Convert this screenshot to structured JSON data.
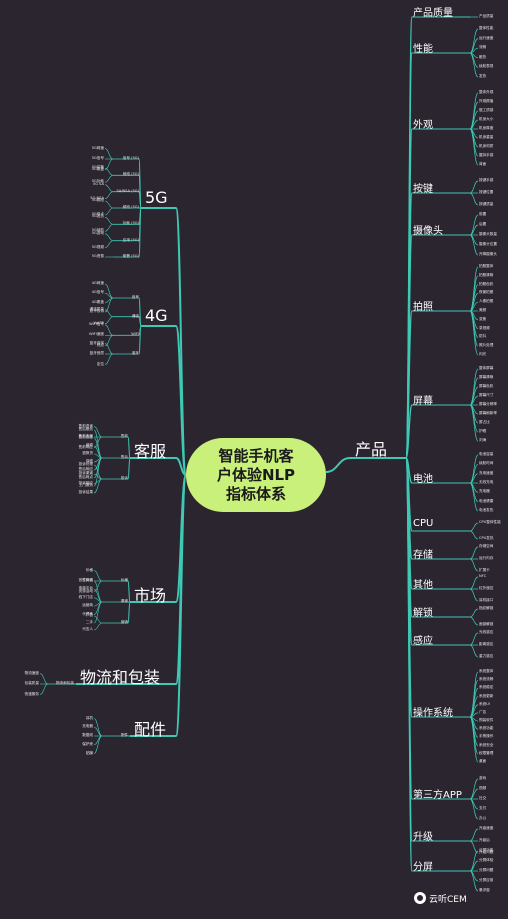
{
  "root": {
    "lines": [
      "智能手机客",
      "户体验NLP",
      "指标体系"
    ]
  },
  "right": {
    "label": "产品",
    "children": [
      {
        "label": "产品质量",
        "leaves": [
          "产品质量"
        ]
      },
      {
        "label": "性能",
        "leaves": [
          "整体性能",
          "运行速度",
          "流畅",
          "散热",
          "续航表现",
          "发热"
        ]
      },
      {
        "label": "外观",
        "leaves": [
          "整体外观",
          "外观颜值",
          "做工质感",
          "机身大小",
          "机身厚度",
          "机身重量",
          "机身材质",
          "握持手感",
          "背面"
        ]
      },
      {
        "label": "按键",
        "leaves": [
          "按键手感",
          "按键位置",
          "按键质量"
        ]
      },
      {
        "label": "摄像头",
        "leaves": [
          "前置",
          "后置",
          "摄像头数量",
          "摄像头位置",
          "升降摄像头"
        ]
      },
      {
        "label": "拍照",
        "leaves": [
          "拍照整体",
          "拍照清晰",
          "拍照色彩",
          "夜景拍照",
          "人像拍照",
          "美颜",
          "变焦",
          "录视频",
          "防抖",
          "照片处理",
          "闪光"
        ]
      },
      {
        "label": "屏幕",
        "leaves": [
          "整体屏幕",
          "屏幕清晰",
          "屏幕色彩",
          "屏幕尺寸",
          "屏幕分辨率",
          "屏幕刷新率",
          "屏占比",
          "护眼",
          "刘海"
        ]
      },
      {
        "label": "电池",
        "leaves": [
          "电池容量",
          "续航时间",
          "充电速度",
          "无线充电",
          "充电器",
          "电池健康",
          "电池发热"
        ]
      },
      {
        "label": "CPU",
        "leaves": [
          "CPU整体性能",
          "CPU发热"
        ]
      },
      {
        "label": "存储",
        "leaves": [
          "存储空间",
          "运行内存",
          "扩展卡"
        ]
      },
      {
        "label": "其他",
        "leaves": [
          "NFC",
          "红外遥控",
          "耳机接口"
        ]
      },
      {
        "label": "解锁",
        "leaves": [
          "指纹解锁",
          "面部解锁"
        ]
      },
      {
        "label": "感应",
        "leaves": [
          "光线感应",
          "距离感应",
          "重力感应"
        ]
      },
      {
        "label": "操作系统",
        "leaves": [
          "系统整体",
          "系统流畅",
          "系统稳定",
          "系统更新",
          "系统UI",
          "广告",
          "预装软件",
          "系统功能",
          "手势操作",
          "系统安全",
          "权限管理",
          "桌面"
        ]
      },
      {
        "label": "第三方APP",
        "leaves": [
          "游戏",
          "视频",
          "社交",
          "支付",
          "办公"
        ]
      },
      {
        "label": "升级",
        "leaves": [
          "升级速度",
          "升级后",
          "升级问题"
        ]
      },
      {
        "label": "分屏",
        "leaves": [
          "分屏功能",
          "分屏体验",
          "分屏问题",
          "分屏应用",
          "悬浮窗"
        ]
      }
    ]
  },
  "left": [
    {
      "label": "5G",
      "groups": [
        {
          "name": "信号 (5G)",
          "leaves": [
            "5G网速",
            "5G信号",
            "5G覆盖"
          ]
        },
        {
          "name": "网络 (5G)",
          "leaves": [
            "5G切换",
            "5G功耗"
          ]
        },
        {
          "name": "SA/NSA (5G)",
          "leaves": [
            "5G SA",
            "5G NSA"
          ]
        },
        {
          "name": "频段 (5G)",
          "leaves": [
            "5G频段",
            "5G双卡"
          ]
        },
        {
          "name": "功耗 (5G)",
          "leaves": [
            "5G发热",
            "5G续航"
          ]
        },
        {
          "name": "应用 (5G)",
          "leaves": [
            "5G游戏",
            "5G视频"
          ]
        },
        {
          "name": "套餐 (5G)",
          "leaves": [
            "5G资费"
          ]
        }
      ]
    },
    {
      "label": "4G",
      "groups": [
        {
          "name": "信号",
          "leaves": [
            "4G网速",
            "4G信号",
            "4G覆盖",
            "双卡双待"
          ]
        },
        {
          "name": "通话",
          "leaves": [
            "通话质量",
            "VoLTE"
          ]
        },
        {
          "name": "WIFI",
          "leaves": [
            "WIFI信号",
            "WIFI速度",
            "热点"
          ]
        },
        {
          "name": "蓝牙",
          "leaves": [
            "蓝牙连接",
            "蓝牙音质",
            "定位"
          ]
        }
      ]
    },
    {
      "label": "客服",
      "groups": [
        {
          "name": "售前",
          "leaves": [
            "售前咨询",
            "售前态度",
            "售前响应"
          ]
        },
        {
          "name": "售后",
          "leaves": [
            "售后服务",
            "售后态度",
            "维修",
            "退换货",
            "保修",
            "售后响应",
            "售后网点",
            "上门服务"
          ]
        },
        {
          "name": "投诉",
          "leaves": [
            "投诉处理",
            "投诉渠道",
            "投诉响应",
            "投诉结果"
          ]
        }
      ]
    },
    {
      "label": "市场",
      "groups": [
        {
          "name": "价格",
          "leaves": [
            "价格",
            "性价比",
            "优惠活动"
          ]
        },
        {
          "name": "渠道",
          "leaves": [
            "官方商城",
            "电商平台",
            "线下门店",
            "运营商",
            "代理商",
            "二手"
          ]
        },
        {
          "name": "营销",
          "leaves": [
            "广告",
            "代言人"
          ]
        }
      ]
    },
    {
      "label": "物流和包装",
      "groups": [
        {
          "name": "物流和包装",
          "leaves": [
            "物流速度",
            "包装质量",
            "快递服务"
          ]
        }
      ]
    },
    {
      "label": "配件",
      "groups": [
        {
          "name": "配件",
          "leaves": [
            "耳机",
            "充电器",
            "数据线",
            "保护壳",
            "贴膜"
          ]
        }
      ]
    }
  ],
  "watermark": "云听CEM",
  "colors": {
    "background": "#2b2530",
    "line": "#3ec9b4",
    "root": "#c9f07a"
  }
}
